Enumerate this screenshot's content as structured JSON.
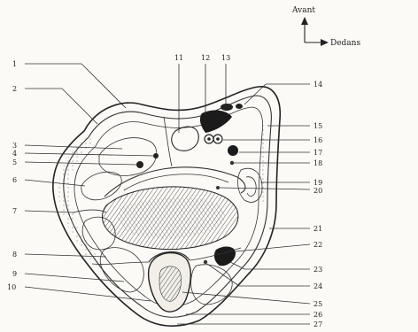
{
  "orientation": {
    "up_label": "Avant",
    "right_label": "Dedans"
  },
  "left_labels": [
    "1",
    "2",
    "3",
    "4",
    "5",
    "6",
    "7",
    "8",
    "9",
    "10"
  ],
  "top_labels": [
    "11",
    "12",
    "13"
  ],
  "right_labels": [
    "14",
    "15",
    "16",
    "17",
    "18",
    "19",
    "20",
    "21",
    "22",
    "23",
    "24",
    "25",
    "26",
    "27"
  ]
}
